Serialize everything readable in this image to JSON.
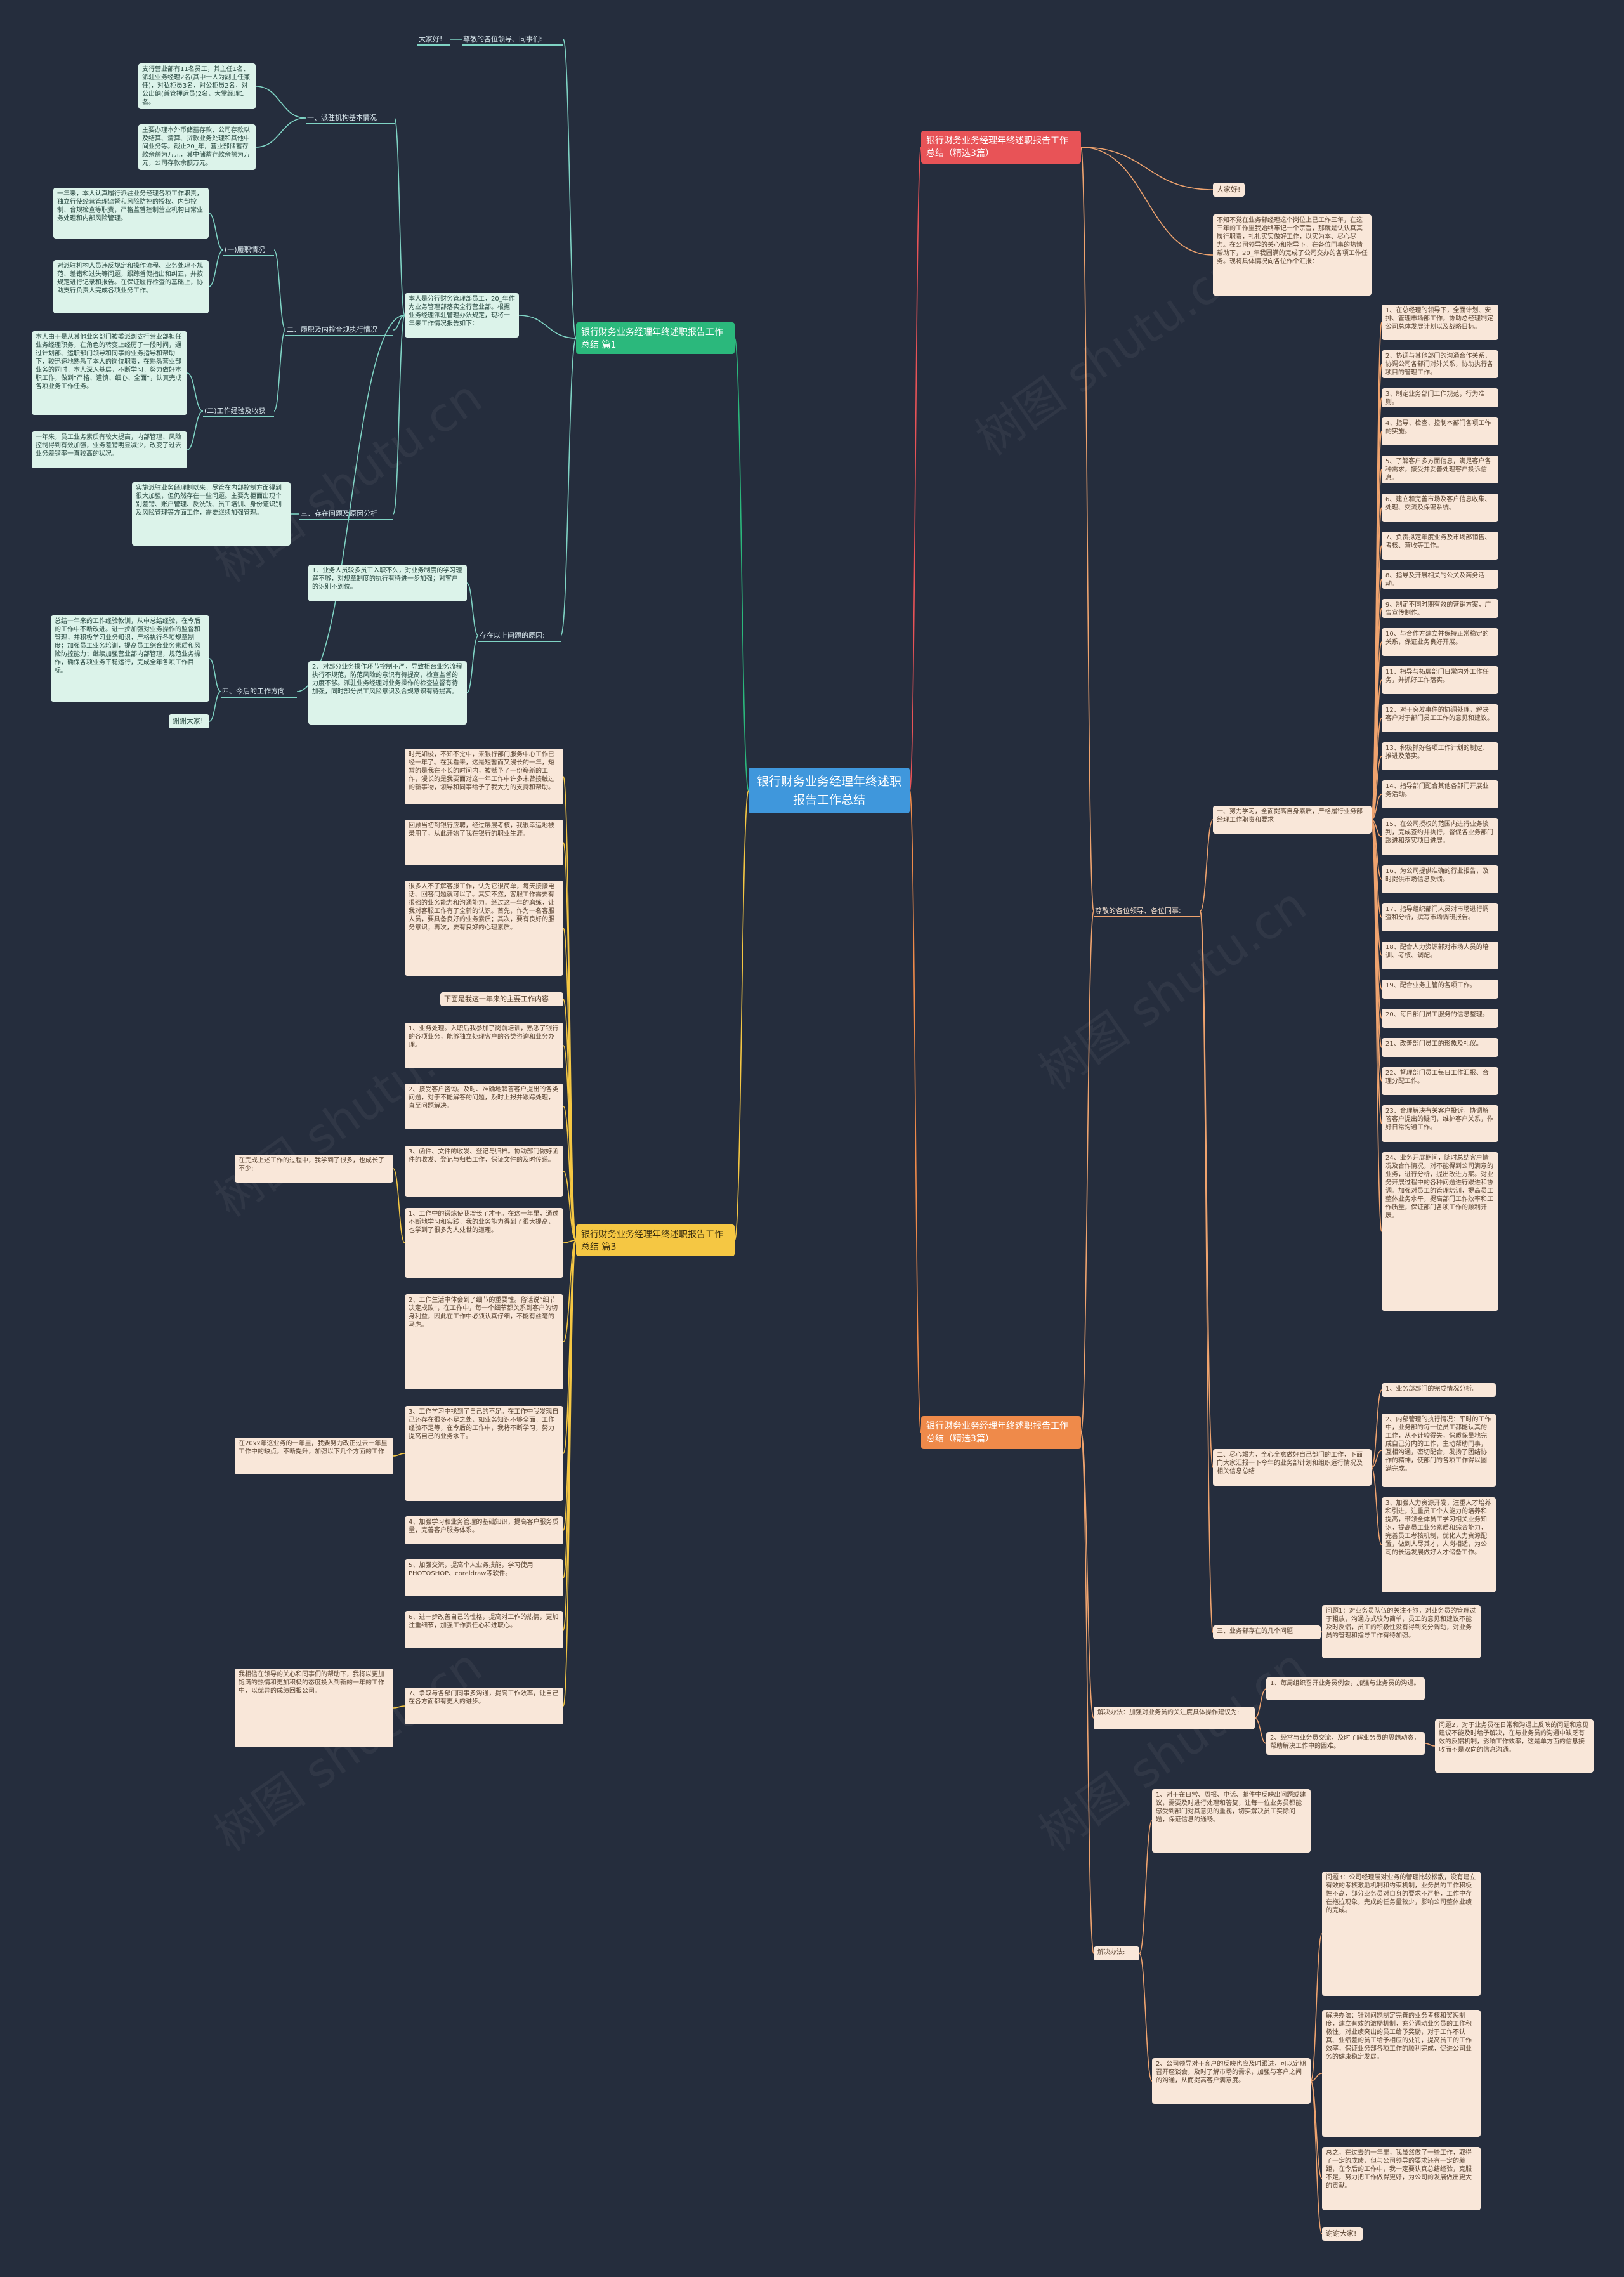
{
  "root": "银行财务业务经理年终述职报告工作总结",
  "branches": {
    "p1": {
      "title": "银行财务业务经理年终述职报告工作总结 篇1",
      "greeting_tag": "大家好!",
      "greeting": "尊敬的各位领导、同事们:",
      "intro": "本人是分行财务管理部员工，20_年作为业务管理部落实全行营业部。根据业务经理派驻管理办法规定，现将一年来工作情况报告如下：",
      "s1": "一、派驻机构基本情况",
      "s1_a": "支行营业部有11名员工，其主任1名、派驻业务经理2名(其中一人为副主任兼任)，对私柜员3名，对公柜员2名，对公出纳(兼管押运员)2名，大堂经理1名。",
      "s1_b": "主要办理本外币储蓄存款、公司存款以及结算、清算、贷款业务处理和其他中间业务等。截止20_年，营业部储蓄存款余额为万元，其中储蓄存款余额为万元，公司存款余额万元。",
      "s2": "二、履职及内控合规执行情况",
      "s2_a_title": "(一)履职情况",
      "s2_a1": "一年来，本人认真履行派驻业务经理各项工作职责，独立行使经营管理监督和风险防控的授权、内部控制、合规检查等职责，严格监督控制营业机构日常业务处理和内部风险管理。",
      "s2_a2": "对派驻机构人员违反规定和操作流程、业务处理不规范、差错和过失等问题，跟踪督促指出和纠正，并按规定进行记录和报告。在保证履行检查的基础上，协助支行负责人完成各项业务工作。",
      "s2_b_title": "(二)工作经验及收获",
      "s2_b1": "本人由于是从其他业务部门被委派到支行营业部担任业务经理职务，在角色的转变上经历了一段时间，通过计划部、运职部门领导和同事的业务指导和帮助下，较迅速地熟悉了本人的岗位职责，在熟悉营业部业务的同时，本人深入基层，不断学习，努力做好本职工作，做到“严格、谨慎、细心、全面”，认真完成各项业务工作任务。",
      "s2_b2": "一年来，员工业务素质有较大提高，内部管理、风险控制得到有效加强，业务差错明显减少，改变了过去业务差错率一直较高的状况。",
      "s3": "三、存在问题及原因分析",
      "s3_a": "实施派驻业务经理制以来，尽管在内部控制方面得到很大加强，但仍然存在一些问题。主要为柜面出现个别差错、账户管理、反洗钱、员工培训、身份证识别及风险管理等方面工作，需要继续加强管理。",
      "s4": "存在以上问题的原因:",
      "s4_a": "1、业务人员较多员工入职不久，对业务制度的学习理解不够，对规章制度的执行有待进一步加强；对客户的识别不到位。",
      "s4_b": "2、对部分业务操作环节控制不严，导致柜台业务流程执行不规范，防范风险的意识有待提高，检查监督的力度不够。派驻业务经理对业务操作的检查监督有待加强，同时部分员工风险意识及合规意识有待提高。",
      "s5": "四、今后的工作方向",
      "s5_a": "总结一年来的工作经验教训，从中总结经验，在今后的工作中不断改进。进一步加强对业务操作的监督和管理，并积极学习业务知识，严格执行各项规章制度；加强员工业务培训，提高员工综合业务素质和风险防控能力；继续加强营业部内部管理，规范业务操作，确保各项业务平稳运行，完成全年各项工作目标。",
      "s5_b": "谢谢大家!"
    },
    "p2": {
      "title": "银行财务业务经理年终述职报告工作总结（精选3篇）",
      "greeting_tag": "大家好!",
      "intro": "不知不觉在业务部经理这个岗位上已工作三年，在这三年的工作里我始终牢记一个宗旨，那就是认认真真履行职责，扎扎实实做好工作，以实为本、尽心尽力。在公司领导的关心和指导下，在各位同事的热情帮助下，20_年我圆满的完成了公司交办的各项工作任务。现将具体情况向各位作个汇报：",
      "respect": "尊敬的各位领导、各位同事:",
      "s1": "一、努力学习，全面提高自身素质，严格履行业务部经理工作职责和要求",
      "s1_items": [
        "1、在总经理的领导下，全面计划、安排、管理市场部工作，协助总经理制定公司总体发展计划以及战略目标。",
        "2、协调与其他部门的沟通合作关系，协调公司各部门对外关系，协助执行各项目的管理工作。",
        "3、制定业务部门工作规范，行为准则。",
        "4、指导、检查、控制本部门各项工作的实施。",
        "5、了解客户多方面信息，满足客户各种需求，接受并妥善处理客户投诉信息。",
        "6、建立和完善市场及客户信息收集、处理、交流及保密系统。",
        "7、负责拟定年度业务及市场部销售、考核、营收等工作。",
        "8、指导及开展相关的公关及商务活动。",
        "9、制定不同时期有效的营销方案，广告宣传制作。",
        "10、与合作方建立并保持正常稳定的关系，保证业务良好开展。",
        "11、指导与拓展部门日常内外工作任务，并抓好工作落实。",
        "12、对于突发事件的协调处理，解决客户对于部门员工工作的意见和建议。",
        "13、积极抓好各项工作计划的制定、推进及落实。",
        "14、指导部门配合其他各部门开展业务活动。",
        "15、在公司授权的范围内进行业务谈判，完成签约并执行，督促各业务部门跟进和落实项目进展。",
        "16、为公司提供准确的行业报告，及时提供市场信息反馈。",
        "17、指导组织部门人员对市场进行调查和分析，撰写市场调研报告。",
        "18、配合人力资源部对市场人员的培训、考核、调配。",
        "19、配合业务主管的各项工作。",
        "20、每日部门员工服务的信息整理。",
        "21、改善部门员工的形象及礼仪。",
        "22、督理部门员工每日工作汇报、合理分配工作。",
        "23、合理解决有关客户投诉，协调解答客户提出的疑问，维护客户关系，作好日常沟通工作。",
        "24、业务开展期间，随时总结客户情况及合作情况，对不能得到公司满意的业务，进行分析，提出改进方案。对业务开展过程中的各种问题进行跟进和协调。加强对员工的管理培训，提高员工整体业务水平，提高部门工作效率和工作质量，保证部门各项工作的顺利开展。"
      ],
      "s2": "二、尽心竭力，全心全意做好自己部门的工作，下面向大家汇报一下今年的业务部计划和组织运行情况及相关信息总结",
      "s2_items": [
        "1、业务部部门的完成情况分析。",
        "2、内部管理的执行情况：平时的工作中，业务部的每一位员工都能认真的工作，从不计较得失，保质保量地完成自己分内的工作，主动帮助同事，互相沟通，密切配合，发扬了团结协作的精神，使部门的各项工作得以圆满完成。",
        "3、加强人力资源开发，注重人才培养和引进，注重员工个人能力的培养和提高，带领全体员工学习相关业务知识，提高员工业务素质和综合能力，完善员工考核机制，优化人力资源配置，做到人尽其才，人岗相适，为公司的长远发展做好人才储备工作。"
      ],
      "s3": "三、业务部存在的几个问题",
      "s3_a": "问题1：对业务员队伍的关注不够，对业务员的管理过于粗放，沟通方式较为简单，员工的意见和建议不能及时反馈，员工的积极性没有得到充分调动，对业务员的管理和指导工作有待加强。",
      "fix1_label": "解决办法：加强对业务员的关注度具体操作建议为:",
      "fix1_a": "1、每周组织召开业务员例会，加强与业务员的沟通。",
      "fix1_b": "2、经常与业务员交流，及时了解业务员的思想动态，帮助解决工作中的困难。",
      "fix1_b2": "问题2，对于业务员在日常和沟通上反映的问题和意见建议不能及时给予解决，在与业务员的沟通中缺乏有效的反馈机制，影响工作效率，这是单方面的信息接收而不是双向的信息沟通。",
      "fix2_label": "解决办法:",
      "fix2_a": "1、对于在日常、周报、电话、邮件中反映出问题或建议，需要及时进行处理和答复，让每一位业务员都能感受到部门对其意见的重视，切实解决员工实际问题，保证信息的通畅。",
      "fix2_b": "2、公司领导对于客户的反映也应及时跟进，可以定期召开座谈会，及时了解市场的需求，加强与客户之间的沟通，从而提高客户满意度。",
      "fix2_b1": "问题3：公司经理层对业务的管理比较松散，没有建立有效的考核激励机制和约束机制，业务员的工作积极性不高，部分业务员对自身的要求不严格，工作中存在拖拉现象，完成的任务量较少，影响公司整体业绩的完成。",
      "fix2_b2": "解决办法：针对问题制定完善的业务考核和奖惩制度，建立有效的激励机制，充分调动业务员的工作积极性，对业绩突出的员工给予奖励，对于工作不认真、业绩差的员工给予相应的处罚，提高员工的工作效率，保证业务部各项工作的顺利完成，促进公司业务的健康稳定发展。",
      "fix2_b3": "总之，在过去的一年里，我虽然做了一些工作，取得了一定的成绩，但与公司领导的要求还有一定的差距，在今后的工作中，我一定要认真总结经验，克服不足，努力把工作做得更好，为公司的发展做出更大的贡献。",
      "fix2_end": "谢谢大家!"
    },
    "p3": {
      "title": "银行财务业务经理年终述职报告工作总结 篇3",
      "intro": "时光如梭，不知不觉中，来银行部门服务中心工作已经一年了。在我看来，这是短暂而又漫长的一年，短暂的是我在不长的时间内，被赋予了一份崭新的工作，漫长的是我要面对这一年工作中许多未曾接触过的新事物，领导和同事给予了我大力的支持和帮助。",
      "intro2": "回顾当初到银行应聘，经过层层考核，我很幸运地被录用了，从此开始了我在银行的职业生涯。",
      "intro3": "很多人不了解客服工作，认为它很简单，每天接接电话、回答问题就可以了。其实不然，客服工作需要有很强的业务能力和沟通能力。经过这一年的磨练，让我对客服工作有了全新的认识。首先，作为一名客服人员，要具备良好的业务素质；其次，要有良好的服务意识；再次，要有良好的心理素质。",
      "intro_tag": "下面是我这一年来的主要工作内容",
      "items": [
        "1、业务处理。入职后我参加了岗前培训，熟悉了银行的各项业务，能够独立处理客户的各类咨询和业务办理。",
        "2、接受客户咨询。及时、准确地解答客户提出的各类问题，对于不能解答的问题，及时上报并跟踪处理，直至问题解决。",
        "3、函件、文件的收发、登记与归档。协助部门做好函件的收发、登记与归档工作，保证文件的及时传递。",
        "1、工作中的锻炼使我增长了才干。在这一年里，通过不断地学习和实践，我的业务能力得到了很大提高，也学到了很多为人处世的道理。",
        "2、工作生活中体会到了细节的重要性。俗话说“细节决定成败”，在工作中，每一个细节都关系到客户的切身利益，因此在工作中必须认真仔细，不能有丝毫的马虎。",
        "3、工作学习中找到了自己的不足。在工作中我发现自己还存在很多不足之处，如业务知识不够全面，工作经验不足等，在今后的工作中，我将不断学习，努力提高自己的业务水平。",
        "4、加强学习和业务管理的基础知识，提高客户服务质量，完善客户服务体系。",
        "5、加强交流，提高个人业务技能，学习使用PHOTOSHOP、coreldraw等软件。",
        "6、进一步改善自己的性格，提高对工作的热情，更加注重细节，加强工作责任心和进取心。",
        "7、争取与各部门同事多沟通，提高工作效率，让自己在各方面都有更大的进步。"
      ],
      "gain_tag": "在完成上述工作的过程中，我学到了很多，也成长了不少:",
      "plan_tag": "在20xx年这业务的一年里，我要努力改正过去一年里工作中的缺点，不断提升，加强以下几个方面的工作",
      "closing": "我相信在领导的关心和同事们的帮助下，我将以更加饱满的热情和更加积极的态度投入到新的一年的工作中，以优异的成绩回报公司。"
    }
  },
  "colors": {
    "background": "#252d3d",
    "root": "#3f97dc",
    "p1": "#2bb87c",
    "p2": "#e85357",
    "p3": "#f5c743",
    "p4": "#ef8a4a",
    "link_green": "#7fd3c4",
    "link_orange": "#efa36e"
  }
}
